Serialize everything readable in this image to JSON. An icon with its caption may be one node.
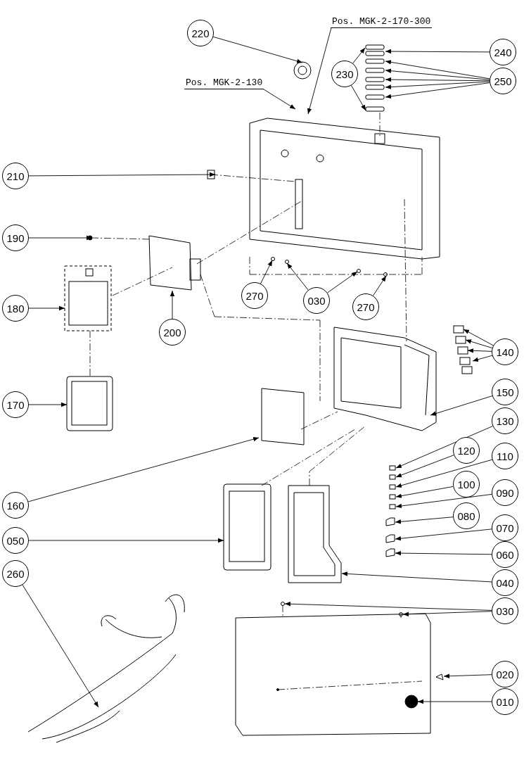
{
  "diagram": {
    "nodes": [
      {
        "text": [
          "220"
        ]
      },
      {
        "text": [
          "Pos. MGK-2-170-300"
        ]
      },
      {
        "text": [
          "Pos. MGK-2-130"
        ]
      },
      {
        "text": [
          "230"
        ]
      },
      {
        "text": [
          "240"
        ]
      },
      {
        "text": [
          "250"
        ]
      },
      {
        "text": [
          "210"
        ]
      },
      {
        "text": [
          "190"
        ]
      },
      {
        "text": [
          "180"
        ]
      },
      {
        "text": [
          "200"
        ]
      },
      {
        "text": [
          "270"
        ]
      },
      {
        "text": [
          "030"
        ]
      },
      {
        "text": [
          "270"
        ]
      },
      {
        "text": [
          "140"
        ]
      },
      {
        "text": [
          "150"
        ]
      },
      {
        "text": [
          "170"
        ]
      },
      {
        "text": [
          "130"
        ]
      },
      {
        "text": [
          "120"
        ]
      },
      {
        "text": [
          "110"
        ]
      },
      {
        "text": [
          "100"
        ]
      },
      {
        "text": [
          "090"
        ]
      },
      {
        "text": [
          "080"
        ]
      },
      {
        "text": [
          "070"
        ]
      },
      {
        "text": [
          "060"
        ]
      },
      {
        "text": [
          "160"
        ]
      },
      {
        "text": [
          "050"
        ]
      },
      {
        "text": [
          "040"
        ]
      },
      {
        "text": [
          "030"
        ]
      },
      {
        "text": [
          "260"
        ]
      },
      {
        "text": [
          "020"
        ]
      },
      {
        "text": [
          "010"
        ]
      }
    ],
    "edges": [
      {
        "from": 0,
        "to": null,
        "arrow": "to"
      },
      {
        "from": 1,
        "to": null,
        "arrow": "to"
      },
      {
        "from": 2,
        "to": null,
        "arrow": "to"
      },
      {
        "from": 3,
        "to": null,
        "arrow": "to"
      },
      {
        "from": 3,
        "to": null,
        "arrow": "to"
      },
      {
        "from": 4,
        "to": null,
        "arrow": "to"
      },
      {
        "from": 5,
        "to": null,
        "arrow": "to"
      },
      {
        "from": 5,
        "to": null,
        "arrow": "to"
      },
      {
        "from": 5,
        "to": null,
        "arrow": "to"
      },
      {
        "from": 5,
        "to": null,
        "arrow": "to"
      },
      {
        "from": 5,
        "to": null,
        "arrow": "to"
      },
      {
        "from": 6,
        "to": null,
        "arrow": "to"
      },
      {
        "from": 7,
        "to": null,
        "arrow": "to"
      },
      {
        "from": 8,
        "to": null,
        "arrow": "to"
      },
      {
        "from": 9,
        "to": null,
        "arrow": "to"
      },
      {
        "from": 10,
        "to": null,
        "arrow": "to"
      },
      {
        "from": 11,
        "to": null,
        "arrow": "to"
      },
      {
        "from": 11,
        "to": null,
        "arrow": "to"
      },
      {
        "from": 12,
        "to": null,
        "arrow": "to"
      },
      {
        "from": 13,
        "to": null,
        "arrow": "to"
      },
      {
        "from": 13,
        "to": null,
        "arrow": "to"
      },
      {
        "from": 13,
        "to": null,
        "arrow": "to"
      },
      {
        "from": 13,
        "to": null,
        "arrow": "to"
      },
      {
        "from": 14,
        "to": null,
        "arrow": "to"
      },
      {
        "from": 15,
        "to": null,
        "arrow": "to"
      },
      {
        "from": 16,
        "to": null,
        "arrow": "to"
      },
      {
        "from": 17,
        "to": null,
        "arrow": "to"
      },
      {
        "from": 18,
        "to": null,
        "arrow": "to"
      },
      {
        "from": 19,
        "to": null,
        "arrow": "to"
      },
      {
        "from": 20,
        "to": null,
        "arrow": "to"
      },
      {
        "from": 21,
        "to": null,
        "arrow": "to"
      },
      {
        "from": 22,
        "to": null,
        "arrow": "to"
      },
      {
        "from": 23,
        "to": null,
        "arrow": "to"
      },
      {
        "from": 24,
        "to": null,
        "arrow": "to"
      },
      {
        "from": 25,
        "to": null,
        "arrow": "to"
      },
      {
        "from": 26,
        "to": null,
        "arrow": "to"
      },
      {
        "from": 27,
        "to": null,
        "arrow": "to"
      },
      {
        "from": 27,
        "to": null,
        "arrow": "to"
      },
      {
        "from": 28,
        "to": null,
        "arrow": "to"
      },
      {
        "from": 29,
        "to": null,
        "arrow": "to"
      },
      {
        "from": 30,
        "to": null,
        "arrow": "to"
      }
    ]
  }
}
